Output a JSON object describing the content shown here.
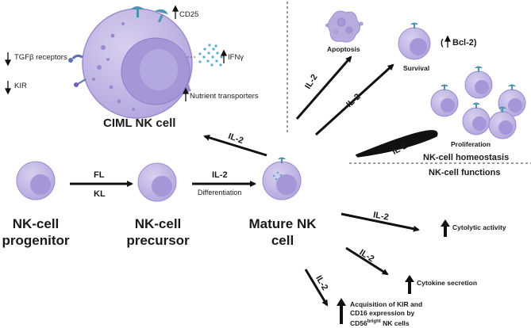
{
  "ciml": {
    "title": "CIML NK cell",
    "cd25": "CD25",
    "ifng": "IFNγ",
    "tgfb": "TGFβ receptors",
    "kir": "KIR",
    "nutrient": "Nutrient transporters"
  },
  "stages": {
    "progenitor": [
      "NK-cell",
      "progenitor"
    ],
    "precursor": [
      "NK-cell",
      "precursor"
    ],
    "mature": [
      "Mature NK",
      "cell"
    ]
  },
  "factors": {
    "fl": "FL",
    "kl": "KL",
    "il2": "IL-2",
    "differentiation": "Differentiation"
  },
  "homeostasis": {
    "apoptosis": "Apoptosis",
    "survival": "Survival",
    "bcl2": "Bcl-2)",
    "bcl2_open": "(",
    "proliferation": "Proliferation",
    "title": "NK-cell homeostasis"
  },
  "functions": {
    "title": "NK-cell functions",
    "cytolytic": "Cytolytic activity",
    "cytokine": "Cytokine secretion",
    "acq1": "Acquisition of KIR and",
    "acq2": "CD16 expression by",
    "acq3_a": "CD56",
    "acq3_sup": "bright",
    "acq3_b": " NK cells"
  },
  "colors": {
    "cell": "#c7bce6",
    "cell_border": "#9d8ccf",
    "nucleus": "#a596d8",
    "receptor": "#4e93b0",
    "dots": "#5aaecb"
  }
}
